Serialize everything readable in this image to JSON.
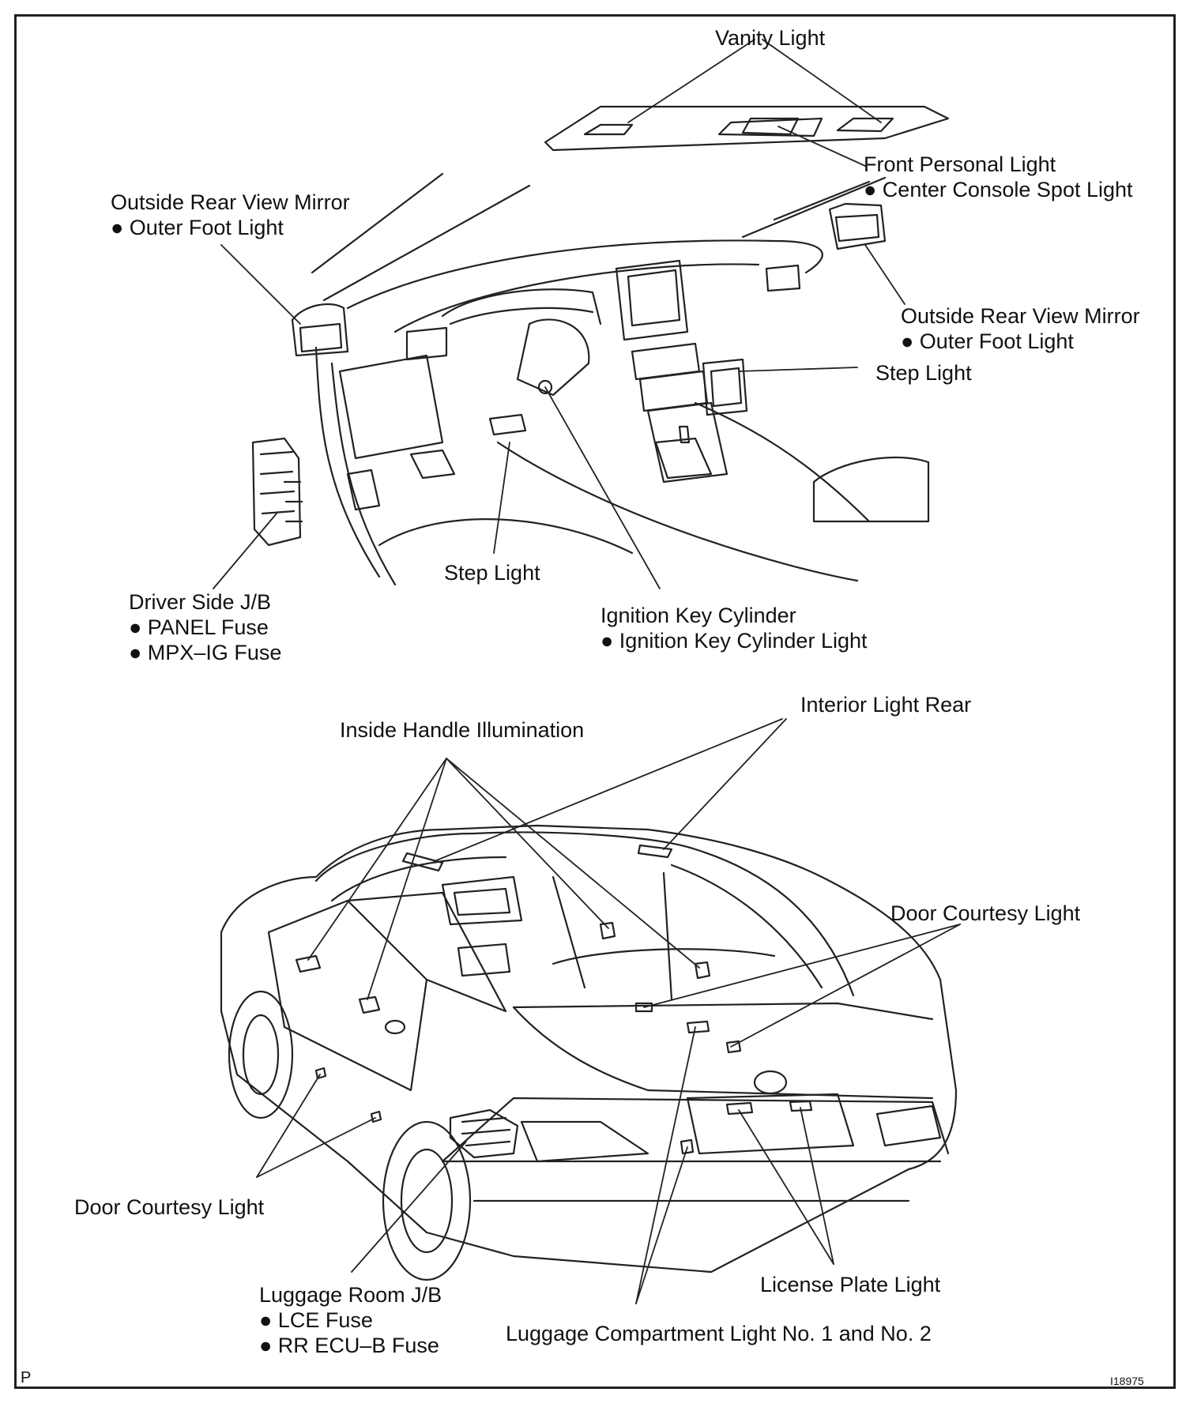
{
  "labels": {
    "vanity_light": "Vanity Light",
    "front_personal_light": "Front Personal Light",
    "center_console_spot_light": "● Center Console Spot Light",
    "outside_mirror_left": "Outside Rear View Mirror",
    "outer_foot_light_left": "● Outer Foot Light",
    "outside_mirror_right": "Outside Rear View Mirror",
    "outer_foot_light_right": "● Outer Foot Light",
    "step_light_right": "Step Light",
    "step_light_center": "Step Light",
    "driver_side_jb": "Driver Side J/B",
    "panel_fuse": "● PANEL Fuse",
    "mpx_ig_fuse": "● MPX–IG Fuse",
    "ignition_key_cylinder": "Ignition Key Cylinder",
    "ignition_key_cylinder_light": "● Ignition Key Cylinder Light",
    "interior_light_rear": "Interior Light Rear",
    "inside_handle_illumination": "Inside Handle Illumination",
    "door_courtesy_light_right": "Door Courtesy Light",
    "door_courtesy_light_left": "Door Courtesy Light",
    "luggage_room_jb": "Luggage Room J/B",
    "lce_fuse": "● LCE Fuse",
    "rr_ecu_b_fuse": "● RR ECU–B Fuse",
    "license_plate_light": "License Plate Light",
    "luggage_compartment_light": "Luggage Compartment Light No. 1 and No. 2"
  },
  "corner": {
    "page_letter": "P",
    "figure_id": "I18975"
  }
}
